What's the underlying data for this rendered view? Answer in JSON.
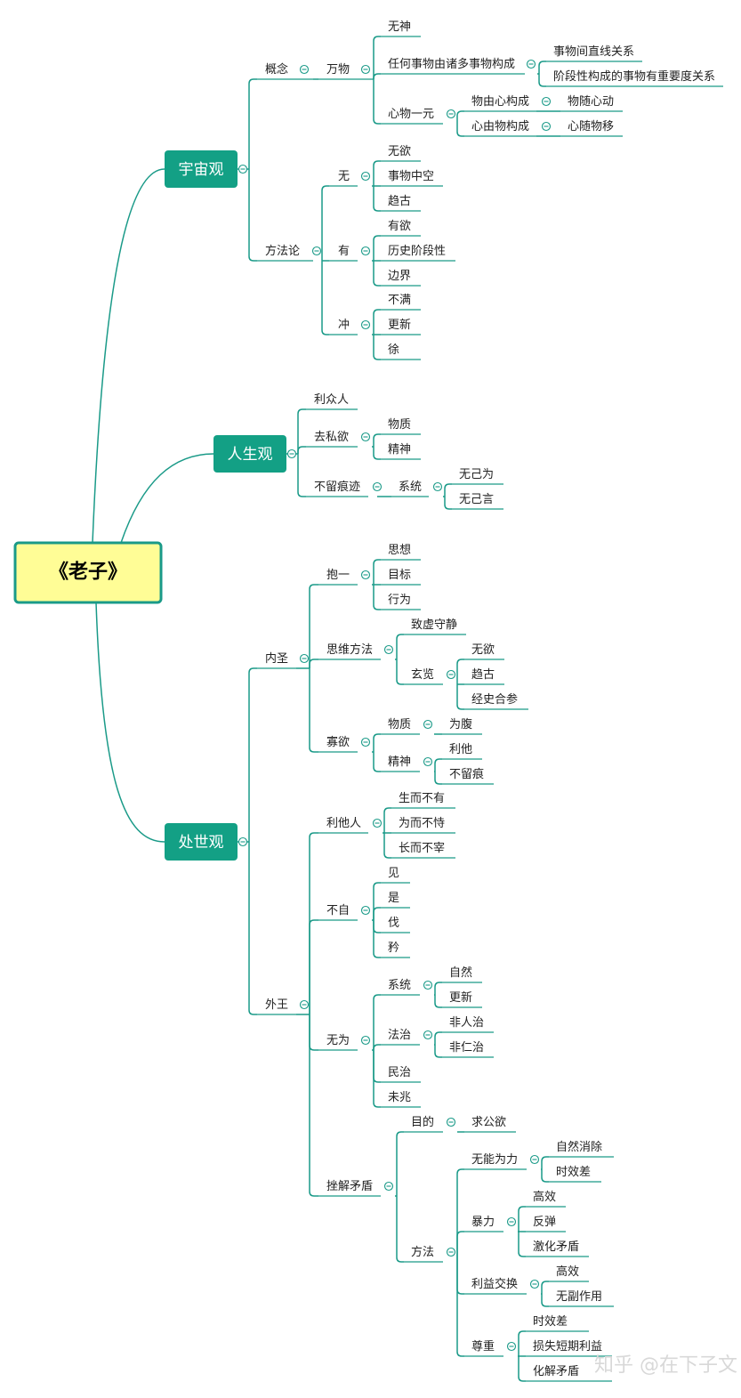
{
  "root": "《老子》",
  "branches": {
    "cosmos": {
      "label": "宇宙观",
      "concept": {
        "label": "概念",
        "wanwu": {
          "label": "万物",
          "wushen": "无神",
          "anything": {
            "label": "任何事物由诸多事物构成",
            "line_relation": "事物间直线关系",
            "stage_relation": "阶段性构成的事物有重要度关系"
          },
          "mind_matter": {
            "label": "心物一元",
            "mind_made": {
              "label": "物由心构成",
              "leaf": "物随心动"
            },
            "matter_made": {
              "label": "心由物构成",
              "leaf": "心随物移"
            }
          }
        }
      },
      "method": {
        "label": "方法论",
        "wu": {
          "label": "无",
          "items": [
            "无欲",
            "事物中空",
            "趋古"
          ]
        },
        "you": {
          "label": "有",
          "items": [
            "有欲",
            "历史阶段性",
            "边界"
          ]
        },
        "chong": {
          "label": "冲",
          "items": [
            "不满",
            "更新",
            "徐"
          ]
        }
      }
    },
    "life": {
      "label": "人生观",
      "benefit": "利众人",
      "selfless": {
        "label": "去私欲",
        "items": [
          "物质",
          "精神"
        ]
      },
      "no_trace": {
        "label": "不留痕迹",
        "system": {
          "label": "系统",
          "items": [
            "无己为",
            "无己言"
          ]
        }
      }
    },
    "world": {
      "label": "处世观",
      "inner": {
        "label": "内圣",
        "baoyi": {
          "label": "抱一",
          "items": [
            "思想",
            "目标",
            "行为"
          ]
        },
        "thinking": {
          "label": "思维方法",
          "stillness": "致虚守静",
          "xuanlan": {
            "label": "玄览",
            "items": [
              "无欲",
              "趋古",
              "经史合参"
            ]
          }
        },
        "guayu": {
          "label": "寡欲",
          "material": {
            "label": "物质",
            "leaf": "为腹"
          },
          "spirit": {
            "label": "精神",
            "items": [
              "利他",
              "不留痕"
            ]
          }
        }
      },
      "outer": {
        "label": "外王",
        "altruism": {
          "label": "利他人",
          "items": [
            "生而不有",
            "为而不恃",
            "长而不宰"
          ]
        },
        "buzi": {
          "label": "不自",
          "items": [
            "见",
            "是",
            "伐",
            "矜"
          ]
        },
        "wuwei": {
          "label": "无为",
          "system": {
            "label": "系统",
            "items": [
              "自然",
              "更新"
            ]
          },
          "law": {
            "label": "法治",
            "items": [
              "非人治",
              "非仁治"
            ]
          },
          "people": "民治",
          "omen": "未兆"
        },
        "conflict": {
          "label": "挫解矛盾",
          "goal": {
            "label": "目的",
            "leaf": "求公欲"
          },
          "methods": {
            "label": "方法",
            "powerless": {
              "label": "无能为力",
              "items": [
                "自然消除",
                "时效差"
              ]
            },
            "violence": {
              "label": "暴力",
              "items": [
                "高效",
                "反弹",
                "激化矛盾"
              ]
            },
            "exchange": {
              "label": "利益交换",
              "items": [
                "高效",
                "无副作用"
              ]
            },
            "respect": {
              "label": "尊重",
              "items": [
                "时效差",
                "损失短期利益",
                "化解矛盾"
              ]
            }
          }
        }
      }
    }
  },
  "watermark": "知乎 @在下子文",
  "colors": {
    "line": "#1a9a88",
    "main_fill": "#13a085",
    "root_fill": "#fffd96",
    "root_border": "#1a9a88",
    "underline": "#1a9a88"
  }
}
